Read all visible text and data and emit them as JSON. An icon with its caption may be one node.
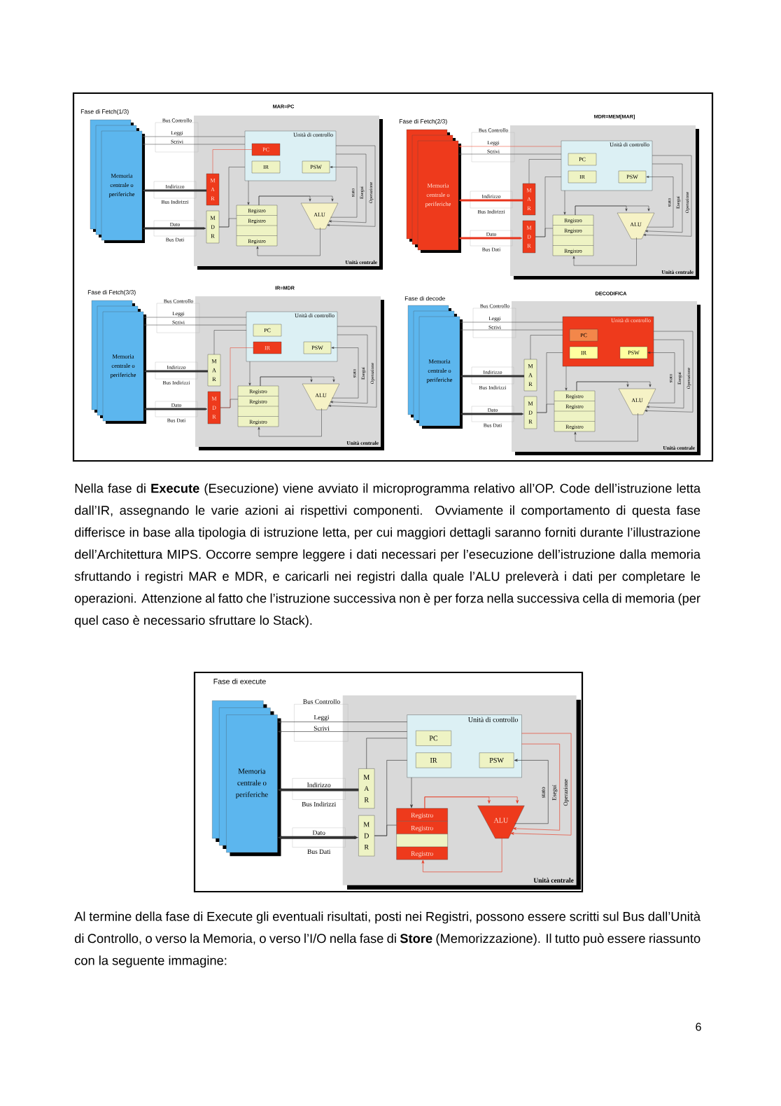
{
  "diagram": {
    "nodes": [
      {
        "text": [
          "Memoria centrale o periferiche"
        ]
      },
      {
        "text": [
          "Unità centrale"
        ]
      },
      {
        "text": [
          "Unità di controllo"
        ],
        "in": 1
      },
      {
        "text": [
          "PC"
        ],
        "in": 2
      },
      {
        "text": [
          "IR"
        ],
        "in": 2
      },
      {
        "text": [
          "PSW"
        ],
        "in": 2
      },
      {
        "text": [
          "M A R"
        ],
        "in": 1
      },
      {
        "text": [
          "M D R"
        ],
        "in": 1
      },
      {
        "text": [
          "Registro",
          "Registro",
          "Registro"
        ],
        "in": 1
      },
      {
        "text": [
          "ALU"
        ],
        "in": 1
      },
      {
        "text": [
          "Memoria centrale o periferiche"
        ]
      },
      {
        "text": [
          "Unità centrale"
        ]
      },
      {
        "text": [
          "Unità di controllo"
        ],
        "in": 11
      },
      {
        "text": [
          "PC"
        ],
        "in": 12
      },
      {
        "text": [
          "IR"
        ],
        "in": 12
      },
      {
        "text": [
          "PSW"
        ],
        "in": 12
      },
      {
        "text": [
          "M A R"
        ],
        "in": 11
      },
      {
        "text": [
          "M D R"
        ],
        "in": 11
      },
      {
        "text": [
          "Registro",
          "Registro",
          "Registro"
        ],
        "in": 11
      },
      {
        "text": [
          "ALU"
        ],
        "in": 11
      },
      {
        "text": [
          "Memoria centrale o periferiche"
        ]
      },
      {
        "text": [
          "Unità centrale"
        ]
      },
      {
        "text": [
          "Unità di controllo"
        ],
        "in": 21
      },
      {
        "text": [
          "PC"
        ],
        "in": 22
      },
      {
        "text": [
          "IR"
        ],
        "in": 22
      },
      {
        "text": [
          "PSW"
        ],
        "in": 22
      },
      {
        "text": [
          "M A R"
        ],
        "in": 21
      },
      {
        "text": [
          "M D R"
        ],
        "in": 21
      },
      {
        "text": [
          "Registro",
          "Registro",
          "Registro"
        ],
        "in": 21
      },
      {
        "text": [
          "ALU"
        ],
        "in": 21
      },
      {
        "text": [
          "Memoria centrale o periferiche"
        ]
      },
      {
        "text": [
          "Unità centrale"
        ]
      },
      {
        "text": [
          "Unità di controllo"
        ],
        "in": 31
      },
      {
        "text": [
          "PC"
        ],
        "in": 32
      },
      {
        "text": [
          "IR"
        ],
        "in": 32
      },
      {
        "text": [
          "PSW"
        ],
        "in": 32
      },
      {
        "text": [
          "M A R"
        ],
        "in": 31
      },
      {
        "text": [
          "M D R"
        ],
        "in": 31
      },
      {
        "text": [
          "Registro",
          "Registro",
          "Registro"
        ],
        "in": 31
      },
      {
        "text": [
          "ALU"
        ],
        "in": 31
      },
      {
        "text": [
          "Memoria centrale o periferiche"
        ]
      },
      {
        "text": [
          "Unità centrale"
        ]
      },
      {
        "text": [
          "Unità di controllo"
        ],
        "in": 41
      },
      {
        "text": [
          "PC"
        ],
        "in": 42
      },
      {
        "text": [
          "IR"
        ],
        "in": 42
      },
      {
        "text": [
          "PSW"
        ],
        "in": 42
      },
      {
        "text": [
          "M A R"
        ],
        "in": 41
      },
      {
        "text": [
          "M D R"
        ],
        "in": 41
      },
      {
        "text": [
          "Registro",
          "Registro",
          "Registro"
        ],
        "in": 41
      },
      {
        "text": [
          "ALU"
        ],
        "in": 41
      }
    ],
    "edges": [
      {
        "from": 2,
        "to": 0,
        "arrow": "to",
        "label": "Leggi"
      },
      {
        "from": 2,
        "to": 0,
        "arrow": "to",
        "label": "Scrivi"
      },
      {
        "from": 6,
        "to": 0,
        "arrow": "to",
        "label": "Indirizzo",
        "style": "thick"
      },
      {
        "from": 7,
        "to": 0,
        "arrow": "both",
        "label": "Dato",
        "style": "thick"
      },
      {
        "from": 3,
        "to": 6,
        "arrow": "none",
        "color": "#e8341c"
      },
      {
        "from": 7,
        "to": 2,
        "arrow": "none"
      },
      {
        "from": 7,
        "to": 8,
        "arrow": "none"
      },
      {
        "from": 2,
        "to": 8,
        "arrow": "to"
      },
      {
        "from": 8,
        "to": 9,
        "arrow": "to"
      },
      {
        "from": 8,
        "to": 9,
        "arrow": "to"
      },
      {
        "from": 9,
        "to": 8,
        "arrow": "to"
      },
      {
        "from": 9,
        "to": 5,
        "arrow": "to",
        "label": "stato"
      },
      {
        "from": 2,
        "to": 9,
        "arrow": "to",
        "label": "Esegui"
      },
      {
        "from": 2,
        "to": 9,
        "arrow": "to",
        "label": "Operazione"
      },
      {
        "from": 12,
        "to": 10,
        "arrow": "to",
        "label": "Leggi",
        "color": "#e8341c"
      },
      {
        "from": 12,
        "to": 10,
        "arrow": "to",
        "label": "Scrivi"
      },
      {
        "from": 16,
        "to": 10,
        "arrow": "to",
        "label": "Indirizzo",
        "style": "thick",
        "color": "#e8341c"
      },
      {
        "from": 17,
        "to": 10,
        "arrow": "both",
        "label": "Dato",
        "style": "thick",
        "color": "#e8341c"
      },
      {
        "from": 12,
        "to": 16,
        "arrow": "none"
      },
      {
        "from": 17,
        "to": 12,
        "arrow": "none"
      },
      {
        "from": 17,
        "to": 18,
        "arrow": "none"
      },
      {
        "from": 12,
        "to": 18,
        "arrow": "to"
      },
      {
        "from": 18,
        "to": 19,
        "arrow": "to"
      },
      {
        "from": 18,
        "to": 19,
        "arrow": "to"
      },
      {
        "from": 19,
        "to": 18,
        "arrow": "to"
      },
      {
        "from": 19,
        "to": 15,
        "arrow": "to",
        "label": "stato"
      },
      {
        "from": 12,
        "to": 19,
        "arrow": "to",
        "label": "Esegui"
      },
      {
        "from": 12,
        "to": 19,
        "arrow": "to",
        "label": "Operazione"
      },
      {
        "from": 22,
        "to": 20,
        "arrow": "to",
        "label": "Leggi"
      },
      {
        "from": 22,
        "to": 20,
        "arrow": "to",
        "label": "Scrivi"
      },
      {
        "from": 26,
        "to": 20,
        "arrow": "to",
        "label": "Indirizzo",
        "style": "thick"
      },
      {
        "from": 27,
        "to": 20,
        "arrow": "both",
        "label": "Dato",
        "style": "thick"
      },
      {
        "from": 22,
        "to": 26,
        "arrow": "none"
      },
      {
        "from": 27,
        "to": 24,
        "arrow": "none",
        "color": "#e8341c"
      },
      {
        "from": 27,
        "to": 28,
        "arrow": "none"
      },
      {
        "from": 22,
        "to": 28,
        "arrow": "to"
      },
      {
        "from": 28,
        "to": 29,
        "arrow": "to"
      },
      {
        "from": 28,
        "to": 29,
        "arrow": "to"
      },
      {
        "from": 29,
        "to": 28,
        "arrow": "to"
      },
      {
        "from": 29,
        "to": 25,
        "arrow": "to",
        "label": "stato"
      },
      {
        "from": 22,
        "to": 29,
        "arrow": "to",
        "label": "Esegui"
      },
      {
        "from": 22,
        "to": 29,
        "arrow": "to",
        "label": "Operazione"
      },
      {
        "from": 32,
        "to": 30,
        "arrow": "to",
        "label": "Leggi"
      },
      {
        "from": 32,
        "to": 30,
        "arrow": "to",
        "label": "Scrivi"
      },
      {
        "from": 36,
        "to": 30,
        "arrow": "to",
        "label": "Indirizzo",
        "style": "thick"
      },
      {
        "from": 37,
        "to": 30,
        "arrow": "both",
        "label": "Dato",
        "style": "thick"
      },
      {
        "from": 32,
        "to": 36,
        "arrow": "none"
      },
      {
        "from": 37,
        "to": 32,
        "arrow": "none"
      },
      {
        "from": 37,
        "to": 38,
        "arrow": "none"
      },
      {
        "from": 32,
        "to": 38,
        "arrow": "to"
      },
      {
        "from": 38,
        "to": 39,
        "arrow": "to"
      },
      {
        "from": 38,
        "to": 39,
        "arrow": "to"
      },
      {
        "from": 39,
        "to": 38,
        "arrow": "to"
      },
      {
        "from": 39,
        "to": 35,
        "arrow": "to",
        "label": "stato"
      },
      {
        "from": 32,
        "to": 39,
        "arrow": "to",
        "label": "Esegui"
      },
      {
        "from": 32,
        "to": 39,
        "arrow": "to",
        "label": "Operazione"
      },
      {
        "from": 42,
        "to": 40,
        "arrow": "to",
        "label": "Leggi"
      },
      {
        "from": 42,
        "to": 40,
        "arrow": "to",
        "label": "Scrivi"
      },
      {
        "from": 46,
        "to": 40,
        "arrow": "to",
        "label": "Indirizzo",
        "style": "thick"
      },
      {
        "from": 47,
        "to": 40,
        "arrow": "both",
        "label": "Dato",
        "style": "thick"
      },
      {
        "from": 42,
        "to": 46,
        "arrow": "none"
      },
      {
        "from": 47,
        "to": 42,
        "arrow": "none"
      },
      {
        "from": 47,
        "to": 48,
        "arrow": "none"
      },
      {
        "from": 42,
        "to": 48,
        "arrow": "to"
      },
      {
        "from": 48,
        "to": 49,
        "arrow": "to",
        "color": "#e8341c"
      },
      {
        "from": 48,
        "to": 49,
        "arrow": "to",
        "color": "#e8341c"
      },
      {
        "from": 49,
        "to": 48,
        "arrow": "to",
        "color": "#e8341c"
      },
      {
        "from": 49,
        "to": 45,
        "arrow": "to",
        "label": "stato"
      },
      {
        "from": 42,
        "to": 49,
        "arrow": "to",
        "label": "Esegui",
        "color": "#e8341c"
      },
      {
        "from": 42,
        "to": 49,
        "arrow": "to",
        "label": "Operazione",
        "color": "#e8341c"
      }
    ],
    "labels": [
      "Fase di Fetch(1/3)",
      "MAR=PC",
      "Bus Controllo",
      "Bus Indirizzi",
      "Bus Dati",
      "Fase di Fetch(2/3)",
      "MDR=MEM[MAR]",
      "Bus Controllo",
      "Bus Indirizzi",
      "Bus Dati",
      "Fase di Fetch(3/3)",
      "IR=MDR",
      "Bus Controllo",
      "Bus Indirizzi",
      "Bus Dati",
      "Fase di decode",
      "DECODIFICA",
      "Bus Controllo",
      "Bus Indirizzi",
      "Bus Dati",
      "Nella fase di **Execute** (Esecuzione) viene avviato il microprogramma relativo all’OP. Code dell’istruzione letta dall’IR, assegnando le varie azioni ai rispettivi componenti. Ovviamente il comportamento di questa fase differisce in base alla tipologia di istruzione letta, per cui maggiori dettagli saranno forniti durante l’illustrazione dell’Architettura MIPS. Occorre sempre leggere i dati necessari per l’esecuzione dell’istruzione dalla memoria sfruttando i registri MAR e MDR, e caricarli nei registri dalla quale l’ALU preleverà i dati per completare le operazioni. Attenzione al fatto che l’istruzione successiva non è per forza nella successiva cella di memoria (per quel caso è necessario sfruttare lo Stack).",
      "Fase di execute",
      "Bus Controllo",
      "Bus Indirizzi",
      "Bus Dati",
      "Al termine della fase di Execute gli eventuali risultati, posti nei Registri, possono essere scritti sul Bus dall’Unità di Controllo, o verso la Memoria, o verso l’I/O nella fase di **Store** (Memorizzazione). Il tutto può essere riassunto con la seguente immagine:",
      "6"
    ]
  }
}
